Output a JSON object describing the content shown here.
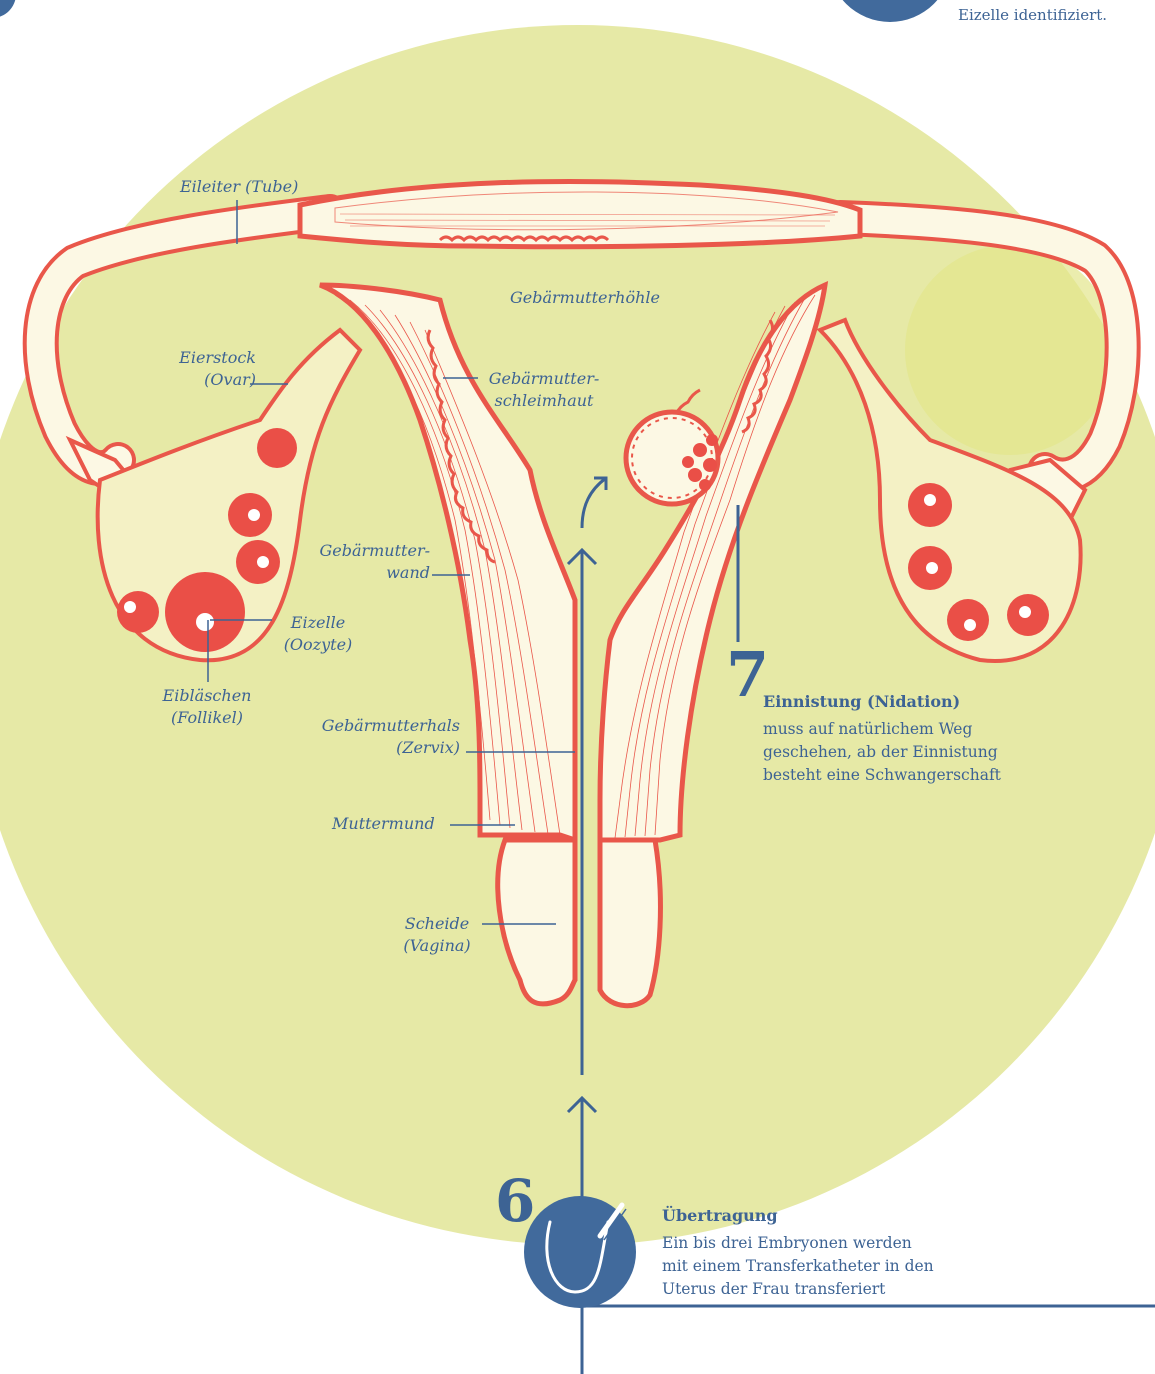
{
  "labels": {
    "eileiter": "Eileiter (Tube)",
    "hoehle": "Gebärmutterhöhle",
    "eierstock_1": "Eierstock",
    "eierstock_2": "(Ovar)",
    "schleimhaut_1": "Gebärmutter-",
    "schleimhaut_2": "schleimhaut",
    "wand_1": "Gebärmutter-",
    "wand_2": "wand",
    "eizelle_1": "Eizelle",
    "eizelle_2": "(Oozyte)",
    "eiblaeschen_1": "Eibläschen",
    "eiblaeschen_2": "(Follikel)",
    "zervix_1": "Gebärmutterhals",
    "zervix_2": "(Zervix)",
    "muttermund": "Muttermund",
    "scheide_1": "Scheide",
    "scheide_2": "(Vagina)"
  },
  "step7": {
    "number": "7",
    "title": "Einnistung (Nidation)",
    "lines": [
      "muss auf natürlichem Weg",
      "geschehen, ab der Einnistung",
      "besteht eine Schwangerschaft"
    ]
  },
  "step6": {
    "number": "6",
    "title": "Übertragung",
    "lines": [
      "Ein bis drei Embryonen werden",
      "mit einem Transferkatheter in den",
      "Uterus der Frau transferiert"
    ],
    "icon": "catheter-icon"
  },
  "top_right_text": "Eizelle identifiziert.",
  "colors": {
    "background_circle": "#e6e9a6",
    "organ_outline": "#e9574a",
    "organ_fill": "#fcf8e4",
    "follicle": "#ea4f47",
    "text_blue": "#3d6394",
    "step_circle": "#416a9c"
  }
}
